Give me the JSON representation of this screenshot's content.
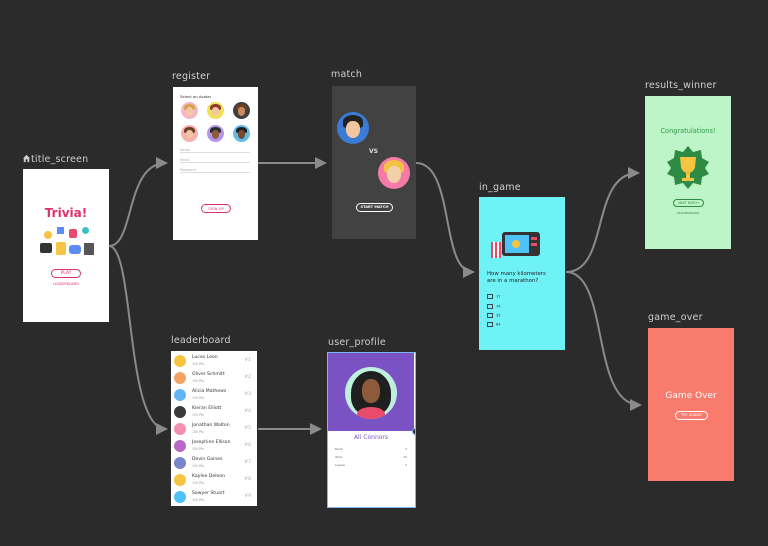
{
  "labels": {
    "title_screen": "title_screen",
    "register": "register",
    "match": "match",
    "in_game": "in_game",
    "results_winner": "results_winner",
    "game_over": "game_over",
    "leaderboard": "leaderboard",
    "user_profile": "user_profile"
  },
  "title_screen": {
    "title": "Trivia!",
    "play_label": "PLAY",
    "leaderboard_link": "LEADERBOARD"
  },
  "register": {
    "heading": "Select an Avatar",
    "fields": [
      "Name",
      "Email",
      "Password"
    ],
    "signup_label": "SIGN UP"
  },
  "match": {
    "vs_label": "VS",
    "start_label": "START MATCH"
  },
  "in_game": {
    "question": "How many kilometers are in a marathon?",
    "options": [
      "17",
      "74",
      "35",
      "84"
    ]
  },
  "results_winner": {
    "title": "Congratulations!",
    "next_label": "NEXT MATCH",
    "link": "LEADERBOARD"
  },
  "game_over": {
    "title": "Game Over",
    "try_again_label": "TRY AGAIN?"
  },
  "leaderboard": {
    "rows": [
      {
        "name": "Lucas Leon",
        "score": "150 Pts",
        "rank": "#1"
      },
      {
        "name": "Oliver Schmitt",
        "score": "150 Pts",
        "rank": "#2"
      },
      {
        "name": "Alicia Mathews",
        "score": "150 Pts",
        "rank": "#3"
      },
      {
        "name": "Kieran Elliott",
        "score": "150 Pts",
        "rank": "#4"
      },
      {
        "name": "Jonathan Walton",
        "score": "150 Pts",
        "rank": "#5"
      },
      {
        "name": "Josephine Ellison",
        "score": "150 Pts",
        "rank": "#6"
      },
      {
        "name": "Devin Gaines",
        "score": "150 Pts",
        "rank": "#7"
      },
      {
        "name": "Kaylee Deleon",
        "score": "150 Pts",
        "rank": "#8"
      },
      {
        "name": "Sawyer Stuart",
        "score": "150 Pts",
        "rank": "#9"
      }
    ]
  },
  "user_profile": {
    "name": "Ali Connors",
    "stats": [
      {
        "label": "Rank",
        "value": "1"
      },
      {
        "label": "Wins",
        "value": "10"
      },
      {
        "label": "Losses",
        "value": "2"
      }
    ]
  },
  "colors": {
    "background": "#2b2b2b",
    "arrow": "#8a8a8a",
    "match_bg": "#424242",
    "in_game_bg": "#6ef2f6",
    "winner_bg": "#bdf5c9",
    "game_over_bg": "#f87b6e",
    "profile_purple": "#7a52c4",
    "selection_blue": "#7ab6f2",
    "title_red": "#e0306b"
  },
  "icons": [
    "home-icon",
    "trophy-icon",
    "tv-icon",
    "popcorn-icon"
  ]
}
